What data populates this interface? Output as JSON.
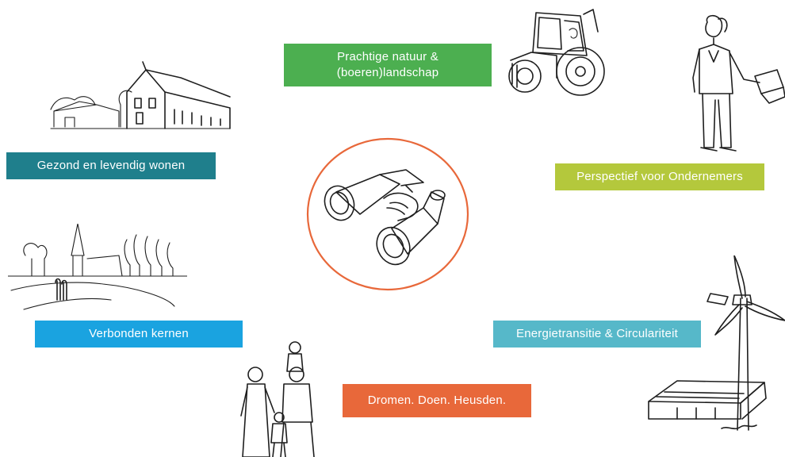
{
  "colors": {
    "nature_green": "#4caf50",
    "teal": "#1f7f8c",
    "lime": "#b4c83c",
    "sky_blue": "#1aa3e0",
    "light_teal": "#56b8c9",
    "orange": "#e8683a",
    "circle_orange": "#e8683a"
  },
  "labels": {
    "nature": {
      "line1": "Prachtige natuur &",
      "line2": "(boeren)landschap"
    },
    "wonen": "Gezond en levendig wonen",
    "ondernemers": "Perspectief voor Ondernemers",
    "kernen": "Verbonden kernen",
    "energie": "Energietransitie & Circulariteit",
    "dromen": "Dromen. Doen. Heusden."
  },
  "illustrations": {
    "center": "binoculars-icon",
    "houses": "farmhouse-sketch",
    "tractor": "tractor-sketch",
    "entrepreneur": "businesswoman-with-laptop-sketch",
    "village": "village-with-church-sketch",
    "family": "family-sketch",
    "energy": "wind-turbine-and-solar-barn-sketch"
  }
}
